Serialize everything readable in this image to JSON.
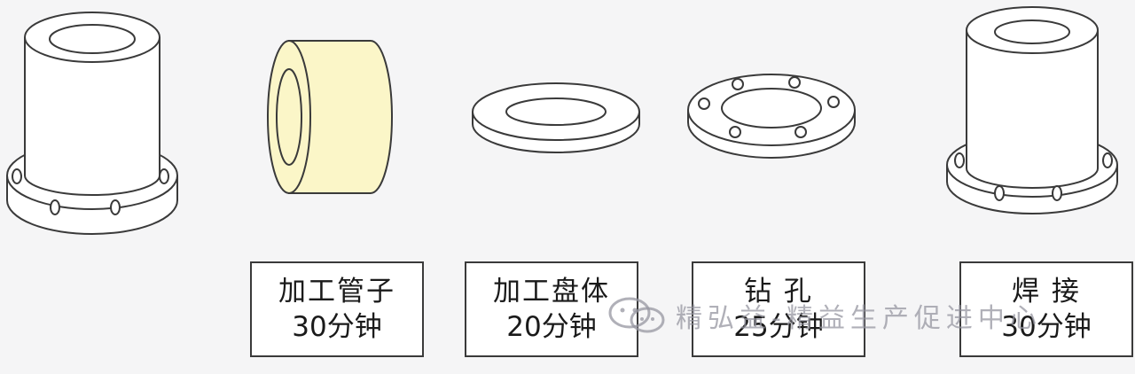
{
  "steps": [
    {
      "name": "加工管子",
      "time": "30分钟"
    },
    {
      "name": "加工盘体",
      "time": "20分钟"
    },
    {
      "name": "钻 孔",
      "time": "25分钟"
    },
    {
      "name": "焊 接",
      "time": "30分钟"
    }
  ],
  "watermark": {
    "text": "精弘益-精益生产促进中心",
    "icon": "wechat-icon"
  },
  "colors": {
    "background": "#f5f5f6",
    "outline": "#3a3a3a",
    "pipe_fill": "#fbf6c8",
    "part_fill": "#ffffff"
  }
}
